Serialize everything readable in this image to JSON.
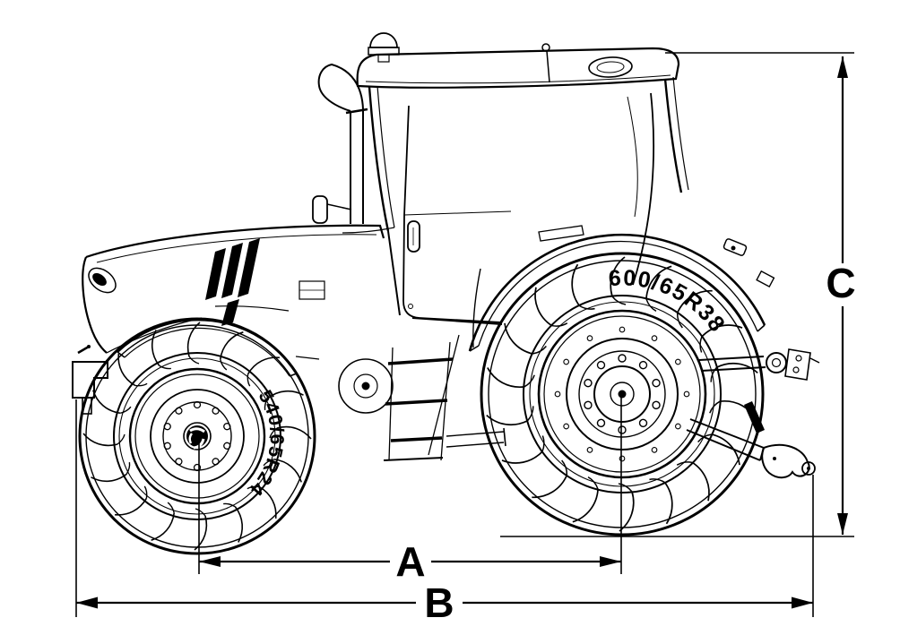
{
  "colors": {
    "background": "#ffffff",
    "line": "#000000"
  },
  "dimension_labels": {
    "a": "A",
    "b": "B",
    "c": "C"
  },
  "tire_labels": {
    "rear": "600/65R38",
    "front": "540/65R24"
  }
}
